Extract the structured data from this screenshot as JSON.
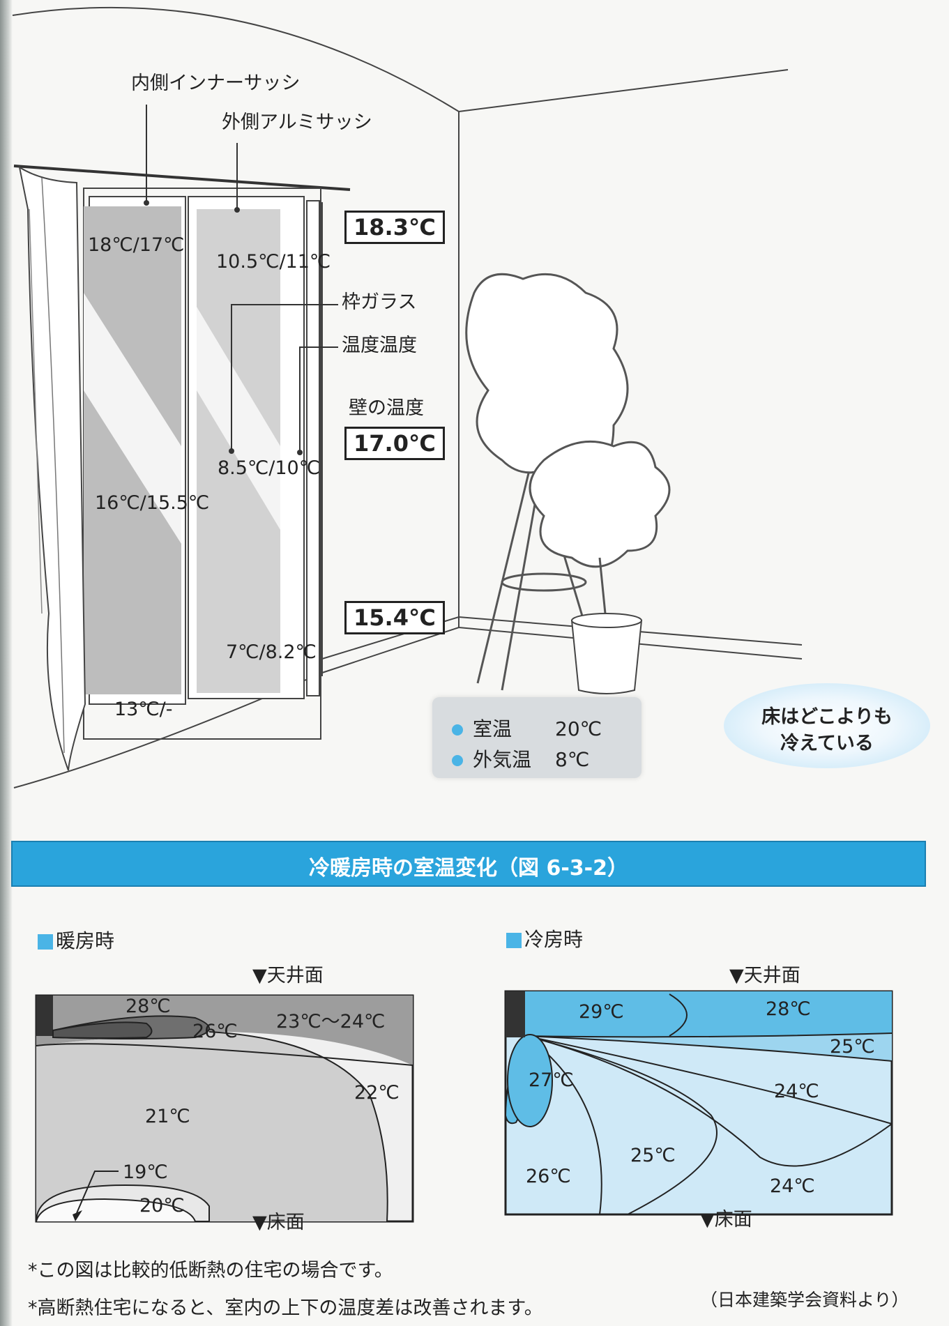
{
  "room": {
    "labels": {
      "inner_sash": "内側インナーサッシ",
      "outer_sash": "外側アルミサッシ",
      "frame_glass": "枠ガラス",
      "temp_temp": "温度温度",
      "wall_temp": "壁の温度"
    },
    "wall_temps": [
      "18.3℃",
      "17.0℃",
      "15.4℃"
    ],
    "window_readings": {
      "inner_top": "18℃/17℃",
      "outer_top": "10.5℃/11℃",
      "outer_mid": "8.5℃/10℃",
      "inner_mid": "16℃/15.5℃",
      "outer_bottom": "7℃/8.2℃",
      "inner_bottom": "13℃/-"
    },
    "legend": [
      {
        "name": "室温",
        "value": "20℃"
      },
      {
        "name": "外気温",
        "value": "8℃"
      }
    ],
    "callout": [
      "床はどこよりも",
      "冷えている"
    ],
    "colors": {
      "marker": "#4ab4e6"
    }
  },
  "section": {
    "title": "冷暖房時の室温変化（図 6-3-2）",
    "color": "#2aa4dc"
  },
  "heating": {
    "title": "暖房時",
    "ceiling": "▼天井面",
    "floor": "▼床面",
    "zones": [
      "28℃",
      "26℃",
      "23℃～24℃",
      "22℃",
      "21℃",
      "19℃",
      "20℃"
    ]
  },
  "cooling": {
    "title": "冷房時",
    "ceiling": "▼天井面",
    "floor": "▼床面",
    "zones": [
      "29℃",
      "28℃",
      "25℃",
      "27℃",
      "24℃",
      "25℃",
      "26℃",
      "24℃"
    ]
  },
  "notes": [
    "*この図は比較的低断熱の住宅の場合です。",
    "*高断熱住宅になると、室内の上下の温度差は改善されます。"
  ],
  "source": "（日本建築学会資料より）"
}
